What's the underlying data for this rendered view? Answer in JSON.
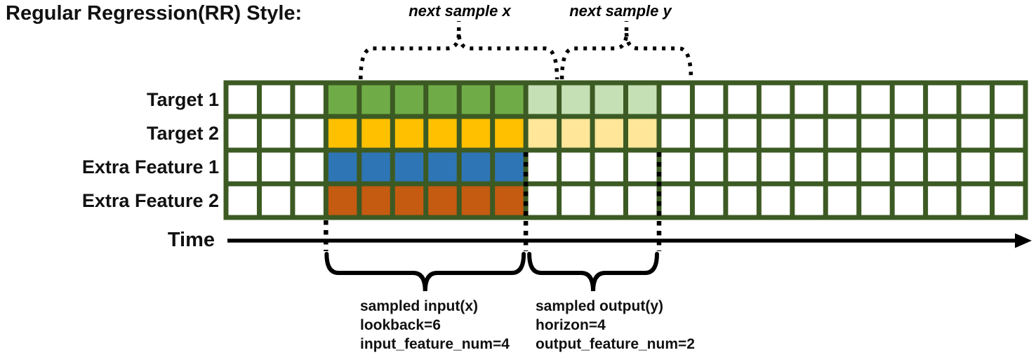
{
  "title": "Regular Regression(RR) Style:",
  "annotations": {
    "next_sample_x": "next sample x",
    "next_sample_y": "next sample y"
  },
  "time_axis": {
    "label": "Time"
  },
  "grid": {
    "total_columns": 24,
    "lead_in_columns": 3,
    "lookback": 6,
    "horizon": 4,
    "border_color": "#3C5A23",
    "empty_cell_color": "#FFFFFF",
    "line_color": "#000000",
    "rows": [
      {
        "label": "Target 1",
        "input_color": "#6FAC47",
        "output_color": "#C5E0B4"
      },
      {
        "label": "Target 2",
        "input_color": "#FFC000",
        "output_color": "#FFE699"
      },
      {
        "label": "Extra Feature 1",
        "input_color": "#2E75B6",
        "output_color": null
      },
      {
        "label": "Extra Feature 2",
        "input_color": "#C55A11",
        "output_color": null
      }
    ]
  },
  "input_annotation": {
    "title": "sampled input(x)",
    "lookback": "lookback=6",
    "feature_num": "input_feature_num=4"
  },
  "output_annotation": {
    "title": "sampled output(y)",
    "horizon": "horizon=4",
    "feature_num": "output_feature_num=2"
  }
}
